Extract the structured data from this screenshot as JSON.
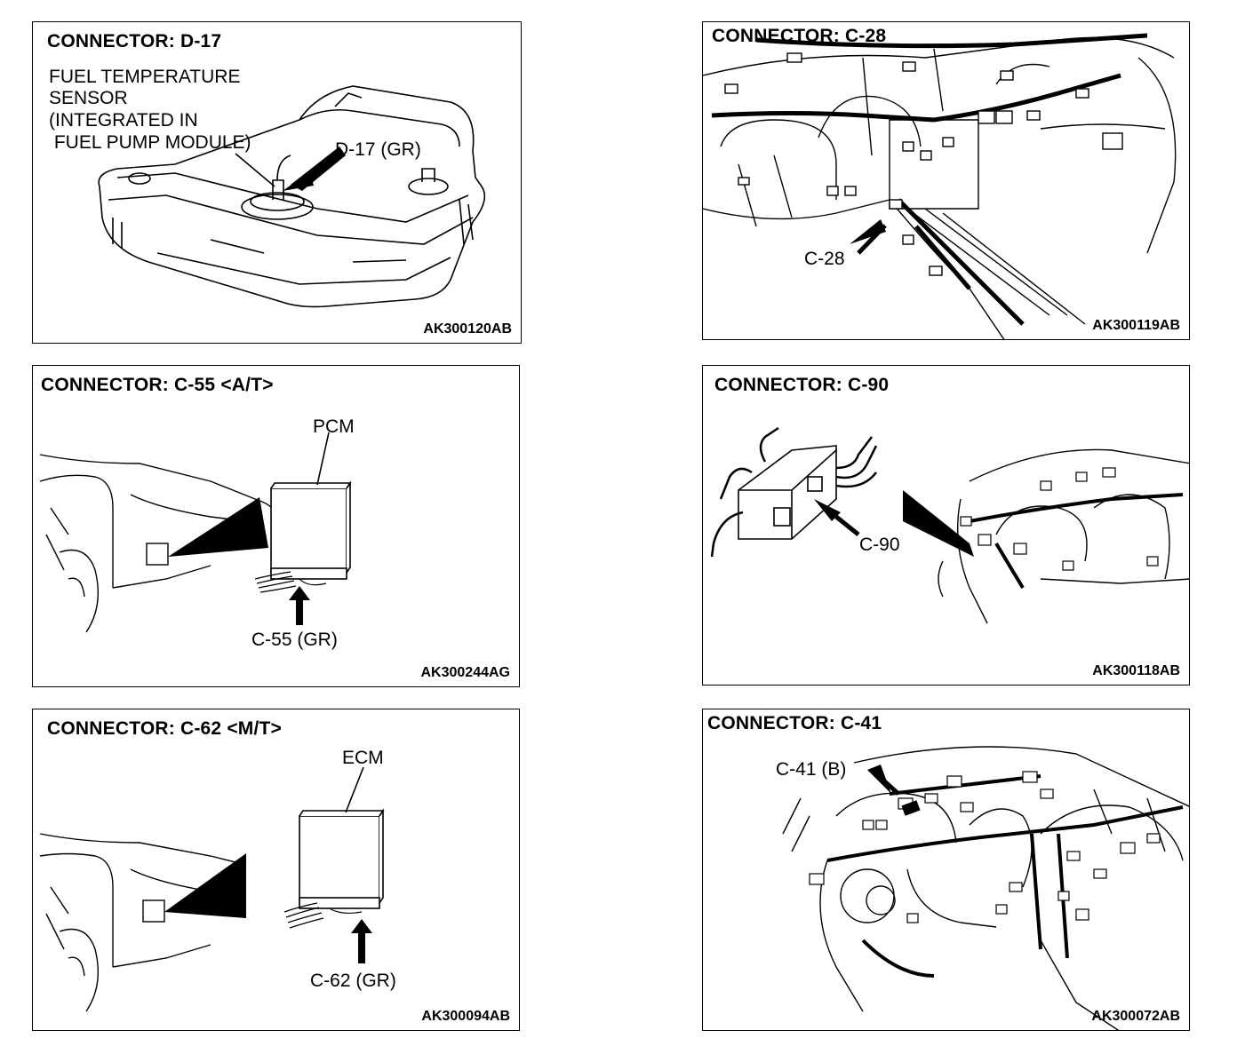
{
  "panels": [
    {
      "title": "CONNECTOR: D-17",
      "code": "AK300120AB",
      "labels": [
        "FUEL TEMPERATURE",
        "SENSOR",
        "(INTEGRATED IN",
        " FUEL PUMP MODULE)",
        "D-17 (GR)"
      ]
    },
    {
      "title": "CONNECTOR: C-28",
      "code": "AK300119AB",
      "labels": [
        "C-28"
      ]
    },
    {
      "title": "CONNECTOR: C-55 <A/T>",
      "code": "AK300244AG",
      "labels": [
        "PCM",
        "C-55 (GR)"
      ]
    },
    {
      "title": "CONNECTOR: C-90",
      "code": "AK300118AB",
      "labels": [
        "C-90"
      ]
    },
    {
      "title": "CONNECTOR: C-62 <M/T>",
      "code": "AK300094AB",
      "labels": [
        "ECM",
        "C-62 (GR)"
      ]
    },
    {
      "title": "CONNECTOR: C-41",
      "code": "AK300072AB",
      "labels": [
        "C-41 (B)"
      ]
    }
  ]
}
